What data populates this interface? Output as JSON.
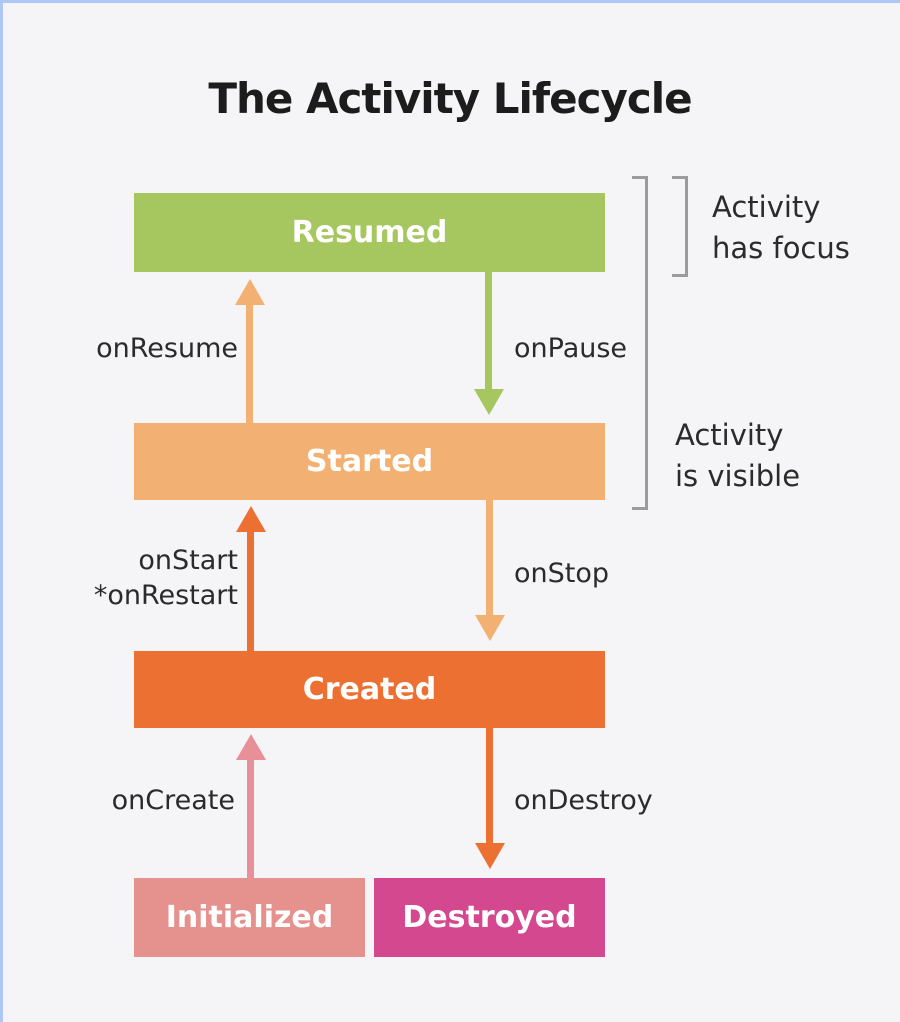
{
  "title": "The Activity Lifecycle",
  "canvas": {
    "background": "#f5f4f7",
    "border_color": "#adc8f4",
    "text_color": "#2b2b2b"
  },
  "states": {
    "resumed": {
      "label": "Resumed",
      "color": "#a6c75f"
    },
    "started": {
      "label": "Started",
      "color": "#f2b173"
    },
    "created": {
      "label": "Created",
      "color": "#ed7033"
    },
    "initialized": {
      "label": "Initialized",
      "color": "#e5918e"
    },
    "destroyed": {
      "label": "Destroyed",
      "color": "#d3488f"
    }
  },
  "transitions": {
    "onResume": {
      "label": "onResume",
      "direction": "up",
      "from": "Started",
      "to": "Resumed",
      "color": "#f2b173"
    },
    "onPause": {
      "label": "onPause",
      "direction": "down",
      "from": "Resumed",
      "to": "Started",
      "color": "#a6c75f"
    },
    "onStart": {
      "line1": "onStart",
      "line2": "*onRestart",
      "direction": "up",
      "from": "Created",
      "to": "Started",
      "color": "#ed7033"
    },
    "onStop": {
      "label": "onStop",
      "direction": "down",
      "from": "Started",
      "to": "Created",
      "color": "#f2b173"
    },
    "onCreate": {
      "label": "onCreate",
      "direction": "up",
      "from": "Initialized",
      "to": "Created",
      "color": "#e8909a"
    },
    "onDestroy": {
      "label": "onDestroy",
      "direction": "down",
      "from": "Created",
      "to": "Destroyed",
      "color": "#ed7033"
    }
  },
  "annotations": {
    "focus": {
      "line1": "Activity",
      "line2": "has focus",
      "bracket_color": "#9b9b9b"
    },
    "visible": {
      "line1": "Activity",
      "line2": "is visible",
      "bracket_color": "#9b9b9b"
    }
  }
}
